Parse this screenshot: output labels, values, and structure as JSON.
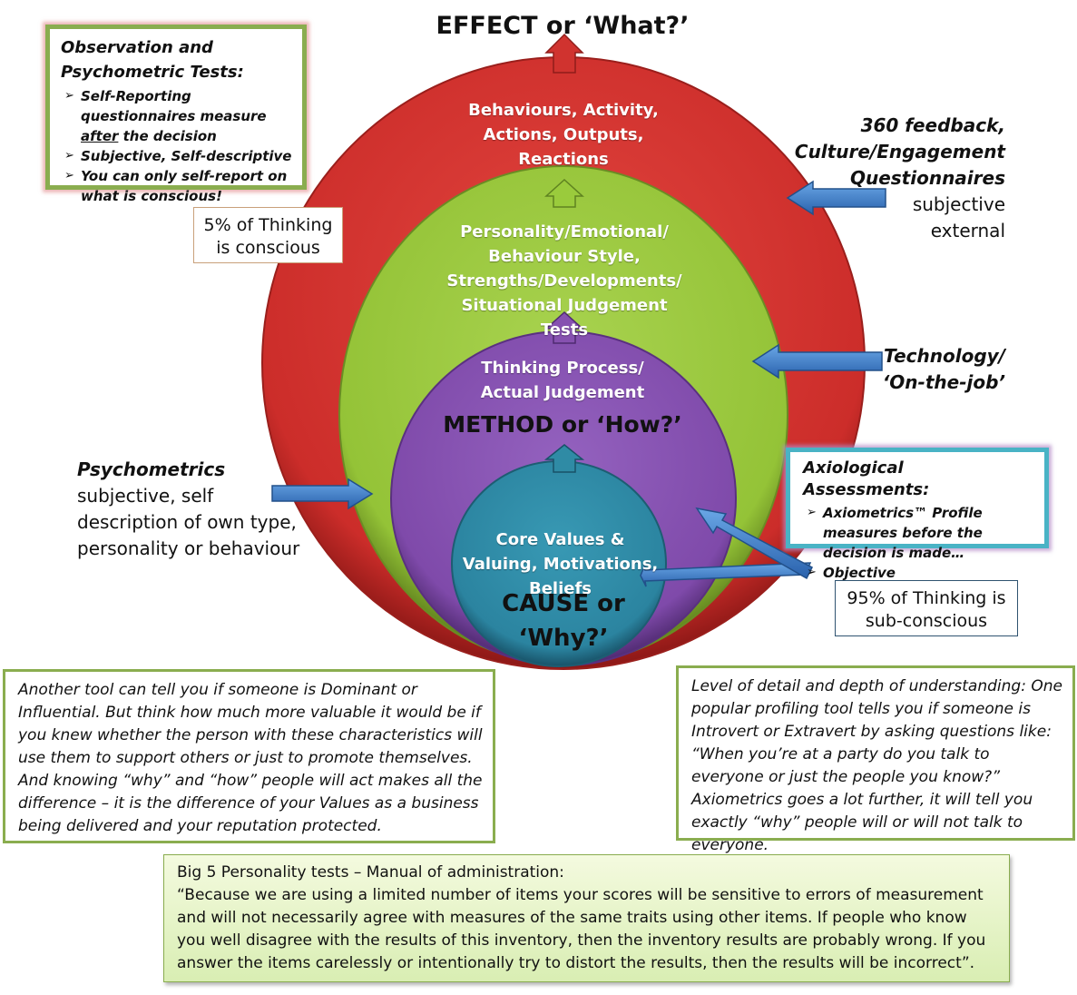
{
  "title": "EFFECT or ‘What?’",
  "rings": {
    "outer_text": "Behaviours, Activity, Actions, Outputs, Reactions",
    "green_text": "Personality/Emotional/ Behaviour Style, Strengths/Developments/ Situational Judgement Tests",
    "purple_text": "Thinking Process/ Actual Judgement",
    "method_label": "METHOD or ‘How?’",
    "inner_text": "Core Values & Valuing, Motivations, Beliefs",
    "cause_line1": "CAUSE or",
    "cause_line2": "‘Why?’"
  },
  "colors": {
    "red": "#d2302f",
    "green": "#9acb3c",
    "purple": "#8651b0",
    "teal": "#2f8ba5",
    "arrow_blue": "#3a7ac4"
  },
  "observation_box": {
    "heading_line1": "Observation and",
    "heading_line2": "Psychometric Tests:",
    "bullet1_pre": "Self-Reporting questionnaires measure ",
    "bullet1_em": "after",
    "bullet1_post": " the decision",
    "bullet2": "Subjective, Self-descriptive",
    "bullet3": "You can only self-report on what is conscious!"
  },
  "conscious_box": {
    "line1": "5% of Thinking",
    "line2": "is conscious"
  },
  "subconscious_box": {
    "line1": "95% of Thinking is",
    "line2": "sub-conscious"
  },
  "feedback_label": {
    "line1": "360 feedback,",
    "line2": "Culture/Engagement",
    "line3": "Questionnaires",
    "line4": "subjective",
    "line5": "external"
  },
  "technology_label": {
    "line1": "Technology/",
    "line2": "‘On-the-job’"
  },
  "psychometrics_label": {
    "heading": "Psychometrics",
    "line1": "subjective, self",
    "line2": "description of own type,",
    "line3": "personality or behaviour"
  },
  "axio_box": {
    "heading": "Axiological Assessments:",
    "bullet1": "Axiometrics™ Profile measures before the decision is made…",
    "bullet2": "Objective"
  },
  "note_left": "Another tool can tell you if someone is Dominant or Influential. But think how much more valuable it would be if you knew whether the person with these characteristics will use them to support others or just to promote themselves. And knowing “why” and “how” people will act makes all the difference – it is the difference of your Values as a business being delivered and your reputation protected.",
  "note_right": "Level of detail and depth of understanding: One popular profiling tool tells you if someone is Introvert or Extravert by asking questions like: “When you’re at a party do you talk to everyone or just the people you know?” Axiometrics goes a lot further, it will tell you exactly “why” people will or will not talk to everyone.",
  "big5_box": {
    "line1": "Big 5 Personality tests – Manual of administration:",
    "line2": "“Because we are using a limited number of items your scores will be sensitive to errors of measurement and will not necessarily agree with measures of the same traits using other items. If people who know you well disagree with the results of this inventory, then the inventory results are probably wrong. If you answer the items carelessly or intentionally try to distort the results, then the results will be incorrect”."
  }
}
